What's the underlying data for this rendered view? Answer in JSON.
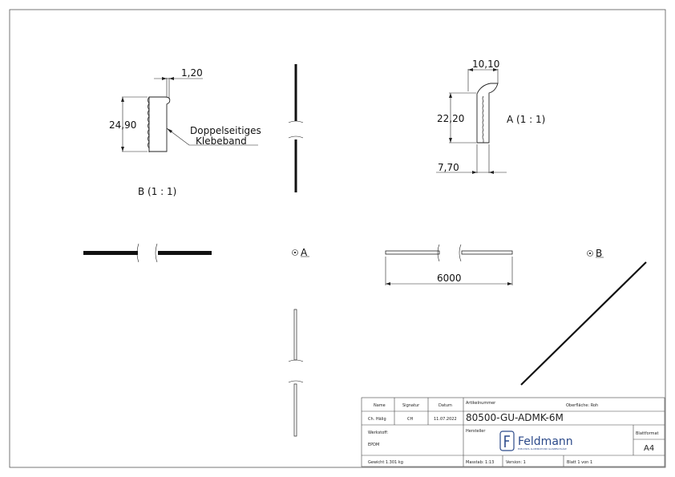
{
  "detail_b": {
    "dim_thickness": "1,20",
    "dim_height": "24,90",
    "callout_line1": "Doppelseitiges",
    "callout_line2": "Klebeband",
    "label": "B (1 : 1)"
  },
  "detail_a": {
    "dim_width": "10,10",
    "dim_height": "22,20",
    "dim_base": "7,70",
    "label": "A (1 : 1)"
  },
  "views": {
    "ref_a": "A",
    "ref_b": "B",
    "length": "6000"
  },
  "title_block": {
    "h_name": "Name",
    "h_signatur": "Signatur",
    "h_datum": "Datum",
    "name": "Ch. Hälig",
    "signatur": "CH",
    "datum": "11.07.2022",
    "artikel_label": "Artikelnummer",
    "oberflaeche": "Oberfläche: Roh",
    "artikel_value": "80500-GU-ADMK-6M",
    "werkstoff_label": "Werkstoff:",
    "werkstoff_value": "EPDM",
    "hersteller_label": "Hersteller",
    "brand": "Feldmann",
    "brand_tagline": "EDELSTAHL ALUMINIUM UND GLASBESCHLÄGE",
    "blattformat_label": "Blattformat",
    "blattformat_value": "A4",
    "gewicht": "Gewicht 1.301 kg",
    "massstab": "Masstab: 1:13",
    "version": "Version: 1",
    "blatt": "Blatt 1 von 1"
  }
}
